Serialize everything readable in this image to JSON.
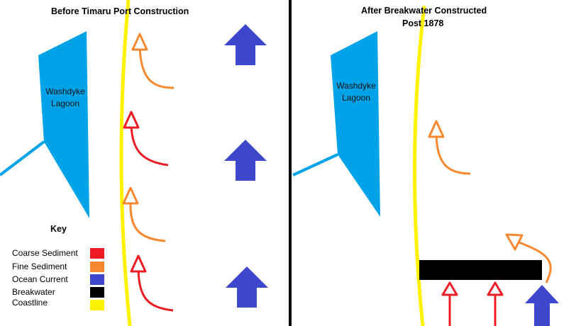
{
  "panels": {
    "before": {
      "title": "Before Timaru Port Construction",
      "lagoon_label_line1": "Washdyke",
      "lagoon_label_line2": "Lagoon"
    },
    "after": {
      "title_line1": "After Breakwater Constructed",
      "title_line2": "Post 1878",
      "lagoon_label_line1": "Washdyke",
      "lagoon_label_line2": "Lagoon"
    }
  },
  "legend": {
    "title": "Key",
    "items": [
      {
        "label": "Coarse Sediment",
        "color": "#ed1c24"
      },
      {
        "label": "Fine Sediment",
        "color": "#f7882f"
      },
      {
        "label": "Ocean Current",
        "color": "#3f48cc"
      },
      {
        "label": "Breakwater",
        "color": "#000000"
      },
      {
        "label": "Coastline",
        "color": "#fff200"
      }
    ]
  },
  "colors": {
    "lagoon": "#00a2e8",
    "divider": "#000000"
  }
}
